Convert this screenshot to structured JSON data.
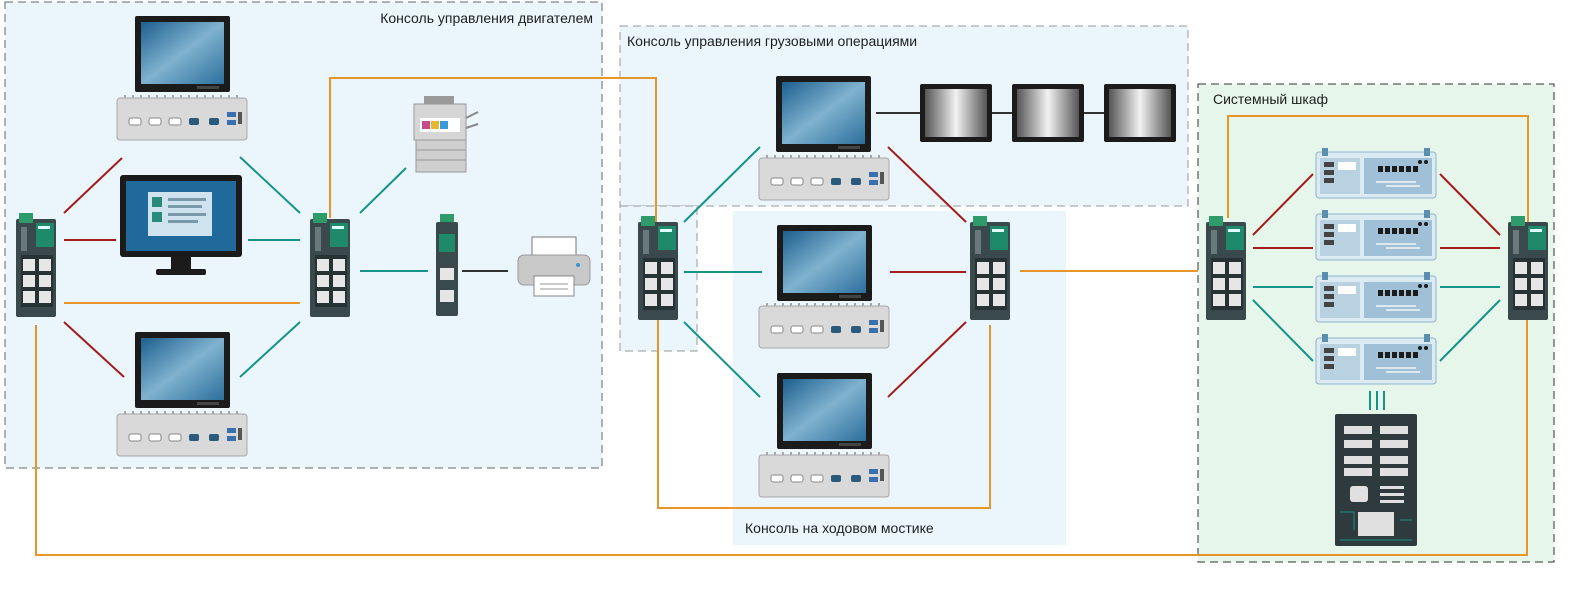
{
  "zones": {
    "engine": {
      "label": "Консоль управления двигателем"
    },
    "cargo": {
      "label": "Консоль управления грузовыми операциями"
    },
    "cabinet": {
      "label": "Системный шкаф"
    },
    "bridge": {
      "label": "Консоль на ходовом мостике"
    }
  },
  "colors": {
    "orange_link": "#e8962a",
    "red_link": "#a31c1c",
    "teal_link": "#16938a",
    "dark_link": "#333333",
    "zone_blue": "#eaf6fc",
    "zone_green": "#e6f6ea",
    "switch_green": "#2f9a6a"
  },
  "icons": [
    "ethernet-switch-icon",
    "monitor-icon",
    "panel-pc-icon",
    "embedded-computer-icon",
    "workstation-display-icon",
    "copier-icon",
    "printer-icon",
    "serial-device-server-icon",
    "rackmount-server-icon",
    "cabinet-panel-icon",
    "display-panel-icon"
  ]
}
